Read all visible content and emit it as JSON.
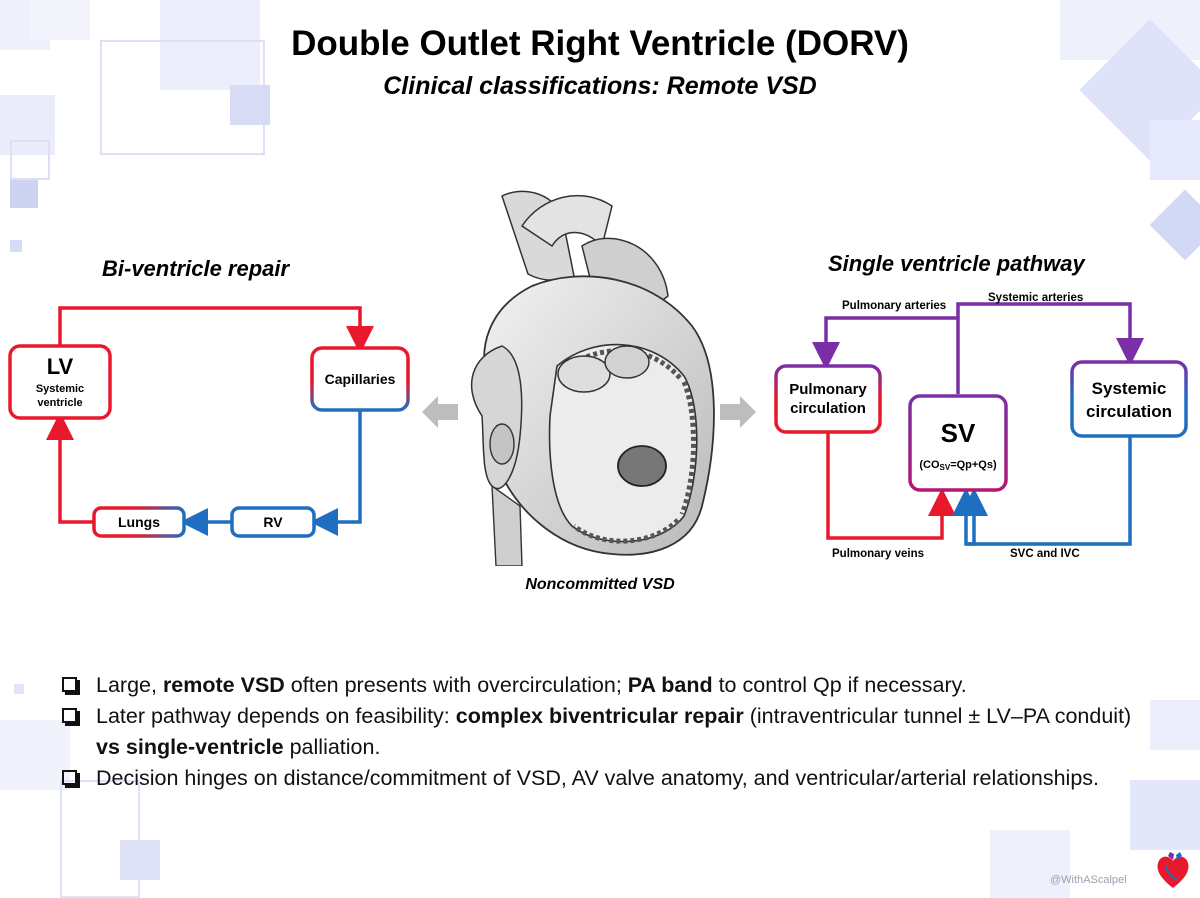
{
  "title": "Double Outlet Right Ventricle (DORV)",
  "subtitle": "Clinical classifications: Remote VSD",
  "left_diagram": {
    "title": "Bi-ventricle repair",
    "lv_label": "LV",
    "lv_sub1": "Systemic",
    "lv_sub2": "ventricle",
    "capillaries": "Capillaries",
    "lungs": "Lungs",
    "rv": "RV"
  },
  "right_diagram": {
    "title": "Single ventricle pathway",
    "pulmonary_arteries": "Pulmonary arteries",
    "systemic_arteries": "Systemic arteries",
    "pulmonary_circulation_1": "Pulmonary",
    "pulmonary_circulation_2": "circulation",
    "systemic_circulation_1": "Systemic",
    "systemic_circulation_2": "circulation",
    "sv_label": "SV",
    "sv_formula_prefix": "(CO",
    "sv_formula_sub": "SV",
    "sv_formula_suffix": "=Qp+Qs)",
    "pulmonary_veins": "Pulmonary veins",
    "svc_ivc": "SVC and IVC"
  },
  "heart_caption": "Noncommitted VSD",
  "bullets": {
    "b1_p1": "Large, ",
    "b1_b1": "remote VSD",
    "b1_p2": " often presents with overcirculation; ",
    "b1_b2": "PA band",
    "b1_p3": " to control Qp if necessary.",
    "b2_p1": "Later pathway depends on feasibility: ",
    "b2_b1": "complex biventricular repair",
    "b2_p2": " (intraventricular tunnel ± LV–PA conduit) ",
    "b2_b2": "vs single-ventricle",
    "b2_p3": " palliation.",
    "b3_p1": "Decision hinges on distance/commitment of VSD, AV valve anatomy, and ventricular/arterial relationships."
  },
  "credit": "@WithAScalpel",
  "colors": {
    "red": "#e8192c",
    "blue": "#1f6fc1",
    "purple": "#7a2fa6"
  }
}
